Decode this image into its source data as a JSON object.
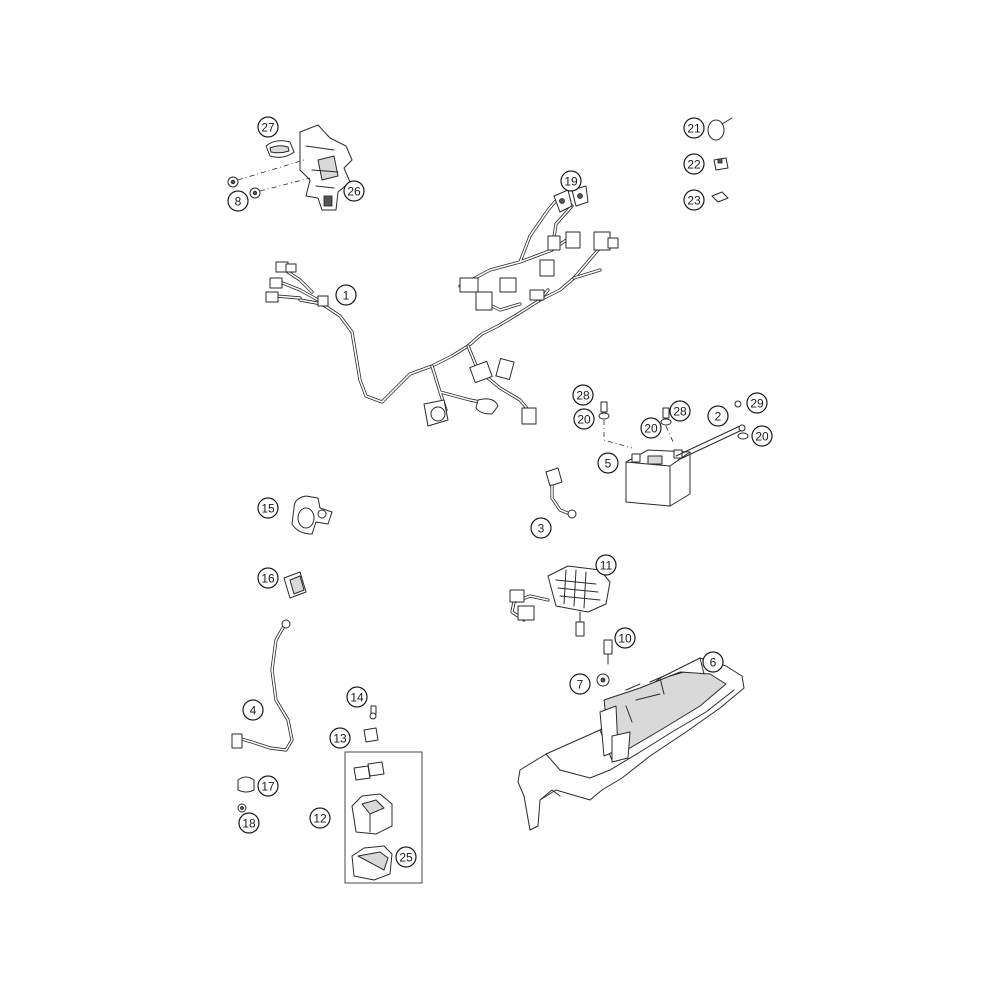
{
  "callouts": [
    {
      "id": "c1",
      "label": "1"
    },
    {
      "id": "c2",
      "label": "2"
    },
    {
      "id": "c3",
      "label": "3"
    },
    {
      "id": "c4",
      "label": "4"
    },
    {
      "id": "c5",
      "label": "5"
    },
    {
      "id": "c6",
      "label": "6"
    },
    {
      "id": "c7",
      "label": "7"
    },
    {
      "id": "c8",
      "label": "8"
    },
    {
      "id": "c10",
      "label": "10"
    },
    {
      "id": "c11",
      "label": "11"
    },
    {
      "id": "c12",
      "label": "12"
    },
    {
      "id": "c13",
      "label": "13"
    },
    {
      "id": "c14",
      "label": "14"
    },
    {
      "id": "c15",
      "label": "15"
    },
    {
      "id": "c16",
      "label": "16"
    },
    {
      "id": "c17",
      "label": "17"
    },
    {
      "id": "c18",
      "label": "18"
    },
    {
      "id": "c19",
      "label": "19"
    },
    {
      "id": "c20a",
      "label": "20"
    },
    {
      "id": "c20b",
      "label": "20"
    },
    {
      "id": "c20c",
      "label": "20"
    },
    {
      "id": "c21",
      "label": "21"
    },
    {
      "id": "c22",
      "label": "22"
    },
    {
      "id": "c23",
      "label": "23"
    },
    {
      "id": "c25",
      "label": "25"
    },
    {
      "id": "c26",
      "label": "26"
    },
    {
      "id": "c27",
      "label": "27"
    },
    {
      "id": "c28a",
      "label": "28"
    },
    {
      "id": "c28b",
      "label": "28"
    },
    {
      "id": "c29",
      "label": "29"
    }
  ]
}
